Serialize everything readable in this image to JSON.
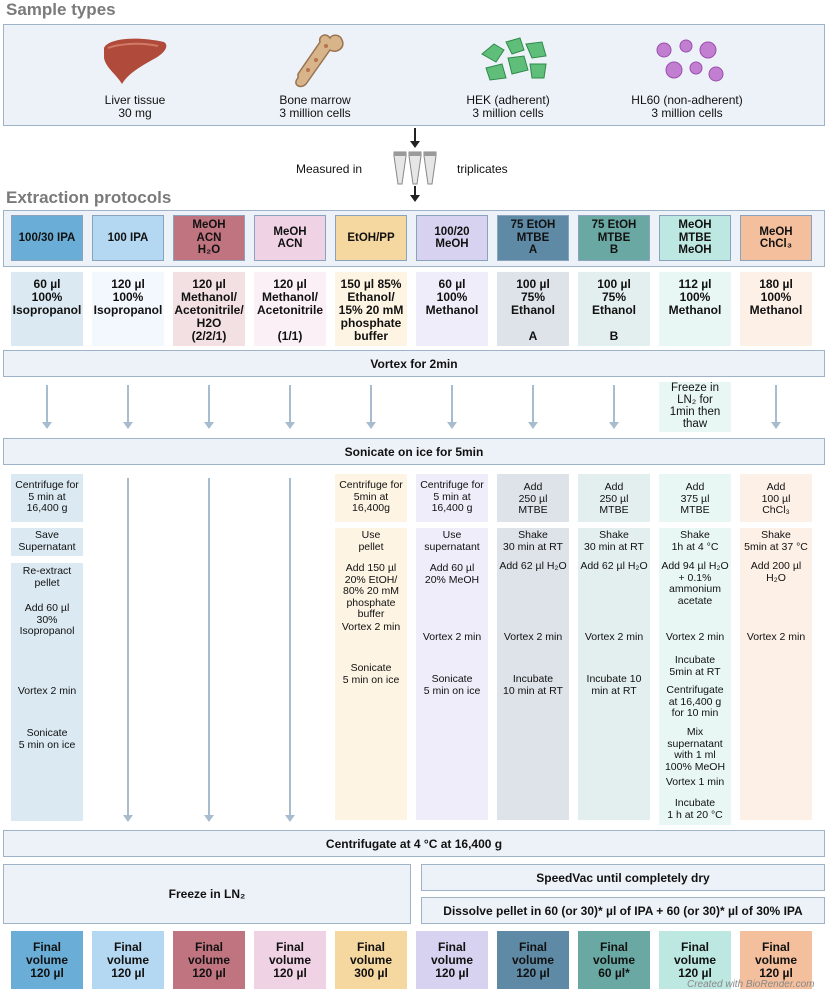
{
  "sections": {
    "sample_types": "Sample types",
    "extraction_protocols": "Extraction protocols"
  },
  "samples": [
    {
      "icon": "liver-icon",
      "label": "Liver tissue\n30 mg"
    },
    {
      "icon": "bone-marrow-icon",
      "label": "Bone marrow\n3 million cells"
    },
    {
      "icon": "hek-cells-icon",
      "label": "HEK (adherent)\n3 million cells"
    },
    {
      "icon": "hl60-cells-icon",
      "label": "HL60 (non-adherent)\n3 million cells"
    }
  ],
  "measure": {
    "left": "Measured in",
    "right": "triplicates",
    "icon": "test-tubes-icon"
  },
  "protocols": [
    {
      "header": "100/30 IPA",
      "hdr_color": "#6aaed8",
      "solvent": "60 µl\n100%\nIsopropanol",
      "bg": "#dbe9f2",
      "final": "Final\nvolume\n120 µl"
    },
    {
      "header": "100 IPA",
      "hdr_color": "#b5d8f2",
      "solvent": "120 µl\n100%\nIsopropanol",
      "bg": "#f2f8fd",
      "final": "Final\nvolume\n120 µl"
    },
    {
      "header": "MeOH\nACN\nH₂O",
      "hdr_color": "#c07480",
      "solvent": "120 µl\nMethanol/\nAcetonitrile/\nH2O\n(2/2/1)",
      "bg": "#f3e0e3",
      "final": "Final\nvolume\n120 µl"
    },
    {
      "header": "MeOH\nACN",
      "hdr_color": "#f0d2e5",
      "solvent": "120 µl\nMethanol/\nAcetonitrile\n\n(1/1)",
      "bg": "#fbf0f6",
      "final": "Final\nvolume\n120 µl"
    },
    {
      "header": "EtOH/PP",
      "hdr_color": "#f5d7a0",
      "solvent": "150 µl 85%\nEthanol/\n15% 20 mM\nphosphate\nbuffer",
      "bg": "#fdf4e3",
      "final": "Final\nvolume\n300 µl"
    },
    {
      "header": "100/20\nMeOH",
      "hdr_color": "#d6d2ef",
      "solvent": "60 µl\n100%\nMethanol",
      "bg": "#efedf9",
      "final": "Final\nvolume\n120 µl"
    },
    {
      "header": "75 EtOH\nMTBE\nA",
      "hdr_color": "#5f8aa5",
      "solvent": "100 µl\n75%\nEthanol\n\nA",
      "bg": "#dde3e9",
      "final": "Final\nvolume\n120 µl"
    },
    {
      "header": "75 EtOH\nMTBE\nB",
      "hdr_color": "#6aa9a3",
      "solvent": "100 µl\n75%\nEthanol\n\nB",
      "bg": "#e3efee",
      "final": "Final\nvolume\n60 µl*"
    },
    {
      "header": "MeOH\nMTBE\nMeOH",
      "hdr_color": "#bde8e2",
      "solvent": "112 µl\n100%\nMethanol",
      "bg": "#e8f7f4",
      "final": "Final\nvolume\n120 µl"
    },
    {
      "header": "MeOH\nChCl₃",
      "hdr_color": "#f4bf9c",
      "solvent": "180 µl\n100%\nMethanol",
      "bg": "#fdf0e7",
      "final": "Final\nvolume\n120 µl"
    }
  ],
  "common_steps": {
    "vortex": "Vortex for 2min",
    "freeze_col9": "Freeze in\nLN₂ for\n1min then\nthaw",
    "sonicate": "Sonicate on ice for 5min",
    "centrifugate": "Centrifugate  at 4 °C at 16,400 g",
    "freeze_ln2": "Freeze in LN₂",
    "speedvac": "SpeedVac until completely dry",
    "dissolve": "Dissolve pellet in 60 (or 30)* µl of IPA + 60 (or 30)* µl of 30% IPA"
  },
  "steps": {
    "c1": [
      "Centrifuge for\n5 min at\n16,400 g",
      "Save\nSupernatant",
      "Re-extract\npellet",
      "Add 60 µl\n30%\nIsopropanol",
      "Vortex 2 min",
      "Sonicate\n5 min on ice"
    ],
    "c5": [
      "Centrifuge for\n5min at\n16,400g",
      "Use\npellet",
      "Add 150 µl\n20% EtOH/\n80% 20 mM\nphosphate\nbuffer",
      "Vortex 2 min",
      "Sonicate\n5 min on ice"
    ],
    "c6": [
      "Centrifuge for\n5 min at\n16,400 g",
      "Use\nsupernatant",
      "Add 60 µl\n20% MeOH",
      "Vortex 2 min",
      "Sonicate\n5 min on ice"
    ],
    "c7": [
      "Add\n250 µl\nMTBE",
      "Shake\n30 min at RT",
      "Add 62 µl H₂O",
      "Vortex 2 min",
      "Incubate\n10 min at RT"
    ],
    "c8": [
      "Add\n250 µl\nMTBE",
      "Shake\n30 min at RT",
      "Add 62 µl H₂O",
      "Vortex 2 min",
      "Incubate 10\nmin at RT"
    ],
    "c9": [
      "Add\n375 µl\nMTBE",
      "Shake\n1h at 4 °C",
      "Add 94 µl H₂O\n+ 0.1%\nammonium\nacetate",
      "Vortex 2 min",
      "Incubate\n5min at RT",
      "Centrifugate\nat  16,400 g\nfor 10 min",
      "Mix\nsupernatant\nwith 1 ml\n100% MeOH",
      "Vortex 1 min",
      "Incubate\n1 h at 20 °C"
    ],
    "c10": [
      "Add\n100 µl\nChCl₃",
      "Shake\n5min at 37 °C",
      "Add 200 µl\nH₂O",
      "Vortex 2 min"
    ]
  },
  "credit": "Created with BioRender.com"
}
